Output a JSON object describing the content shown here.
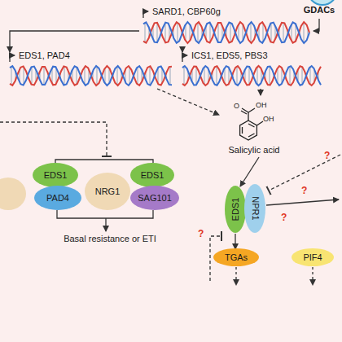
{
  "diagram": {
    "nodes": [
      {
        "text": [
          "GDACs"
        ]
      },
      {
        "text": [
          "SARD1, CBP60g"
        ]
      },
      {
        "text": [
          "EDS1, PAD4"
        ]
      },
      {
        "text": [
          "ICS1, EDS5, PBS3"
        ]
      },
      {
        "text": [
          "Salicylic acid"
        ]
      },
      {
        "text": [
          "EDS1"
        ]
      },
      {
        "text": [
          "PAD4"
        ]
      },
      {
        "text": [
          "NRG1"
        ]
      },
      {
        "text": [
          "EDS1"
        ]
      },
      {
        "text": [
          "SAG101"
        ]
      },
      {
        "text": [
          "EDS1"
        ]
      },
      {
        "text": [
          "NPR1"
        ]
      },
      {
        "text": [
          "TGAs"
        ]
      },
      {
        "text": [
          "PIF4"
        ]
      }
    ],
    "edges": [
      {
        "from": 0,
        "to": 1,
        "arrow": "to"
      },
      {
        "from": 1,
        "to": 2,
        "arrow": "to"
      },
      {
        "from": 1,
        "to": 3,
        "arrow": "to"
      },
      {
        "from": 3,
        "to": 4,
        "arrow": "to"
      },
      {
        "from": 2,
        "to": 4,
        "arrow": "to"
      },
      {
        "from": 4,
        "to": 10,
        "arrow": "to"
      },
      {
        "from": 10,
        "to": 12,
        "arrow": "to"
      },
      {
        "from": 11,
        "to": 13,
        "arrow": "to"
      }
    ],
    "labels": [
      "Basal resistance or ETI",
      "O",
      "OH",
      "OH",
      "?",
      "?",
      "?",
      "?"
    ]
  }
}
